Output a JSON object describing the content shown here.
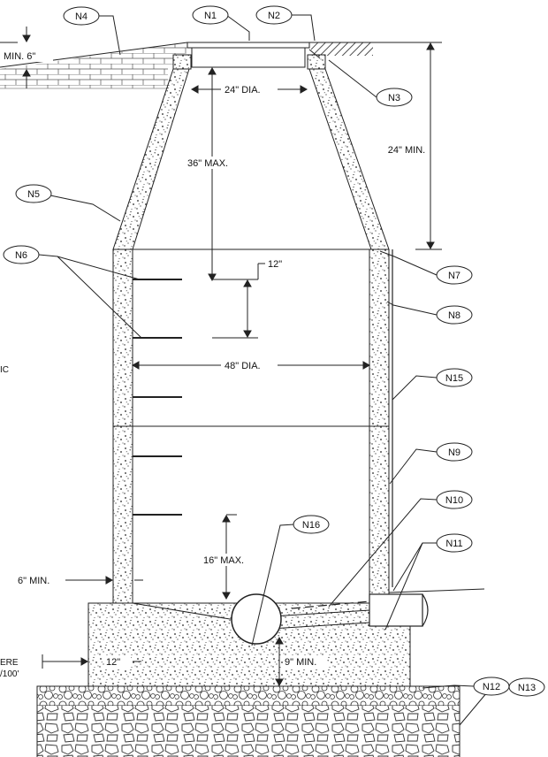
{
  "callouts": {
    "n1": "N1",
    "n2": "N2",
    "n3": "N3",
    "n4": "N4",
    "n5": "N5",
    "n6": "N6",
    "n7": "N7",
    "n8": "N8",
    "n9": "N9",
    "n10": "N10",
    "n11": "N11",
    "n12": "N12",
    "n13": "N13",
    "n15": "N15",
    "n16": "N16"
  },
  "dimensions": {
    "min_6": "MIN. 6\"",
    "dia_24": "24\" DIA.",
    "max_36": "36\" MAX.",
    "min_24": "24\" MIN.",
    "spacing_12": "12\"",
    "dia_48": "48\" DIA.",
    "max_16": "16\" MAX.",
    "min_6_wall": "6\" MIN.",
    "footing_12": "12\"",
    "min_9": "9\" MIN."
  },
  "cut_off_text": {
    "left_ic": "IC",
    "left_ere": "ERE",
    "left_100": "/100'"
  }
}
